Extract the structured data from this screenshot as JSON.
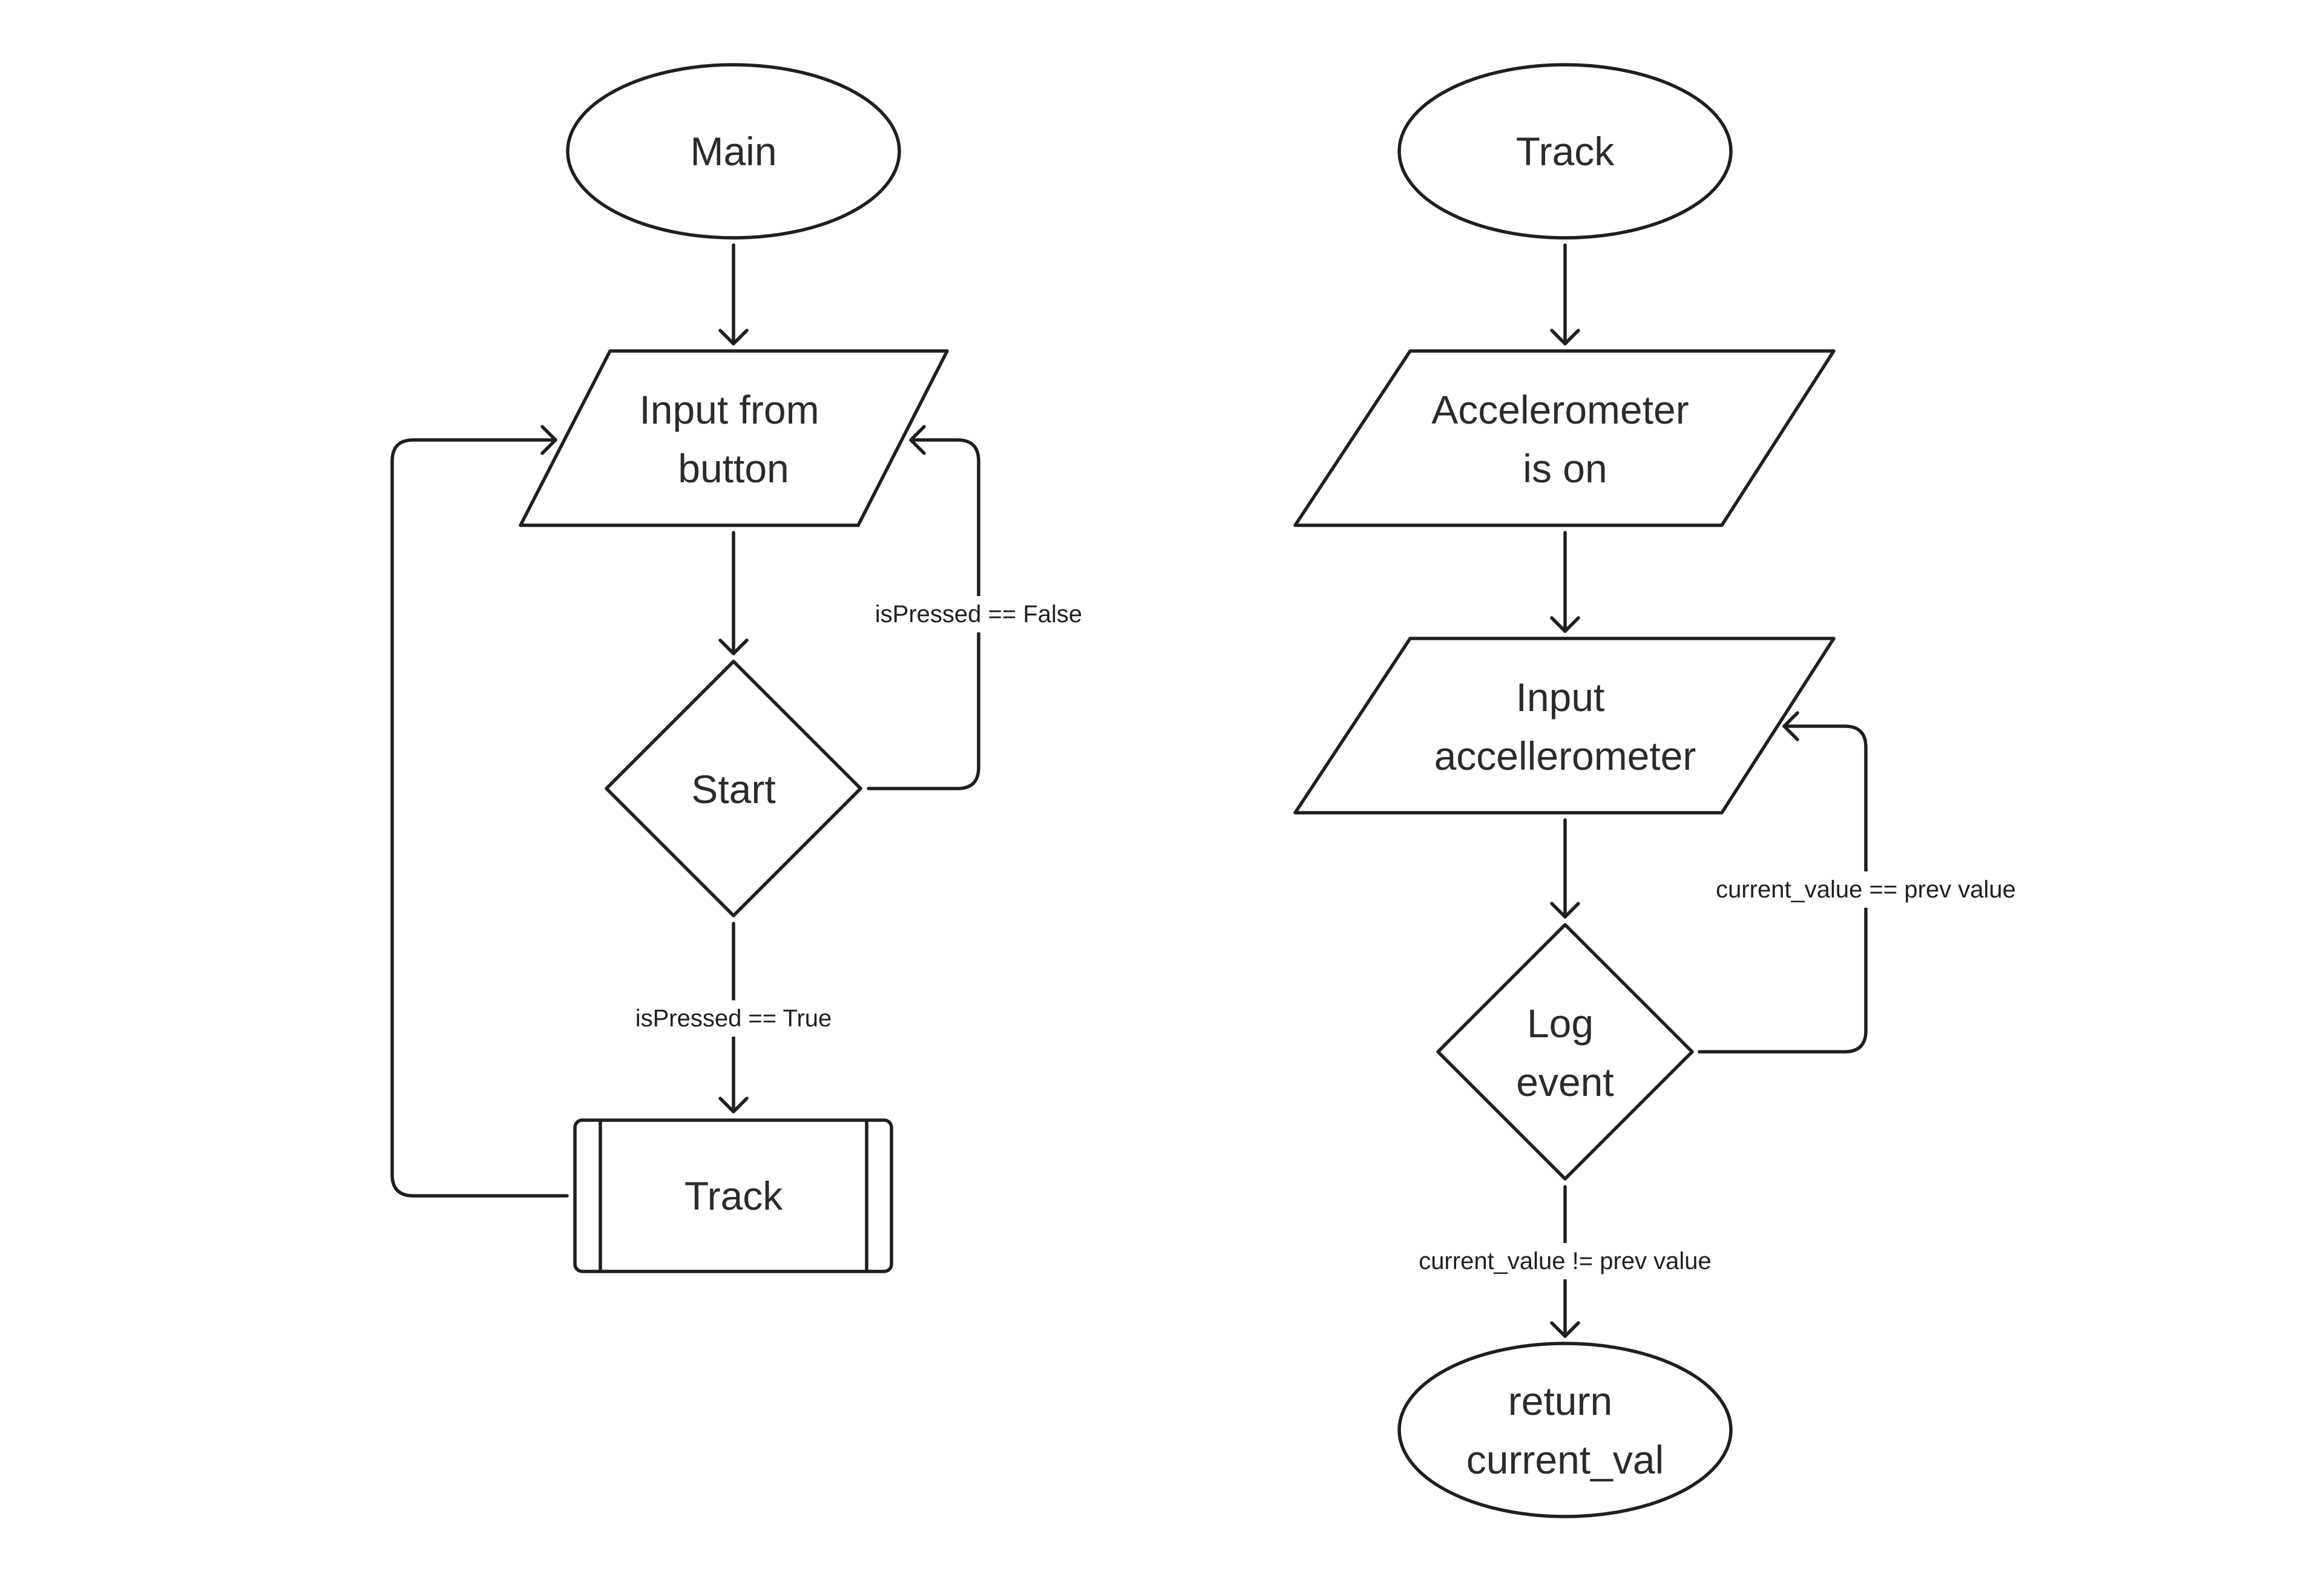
{
  "main_flow": {
    "start": "Main",
    "input": [
      "Input from",
      "button"
    ],
    "decision": "Start",
    "subprocess": "Track",
    "edge_false": "isPressed == False",
    "edge_true": "isPressed == True"
  },
  "track_flow": {
    "start": "Track",
    "input1": [
      "Accelerometer",
      "is on"
    ],
    "input2": [
      "Input",
      "accellerometer"
    ],
    "decision": [
      "Log",
      "event"
    ],
    "end": [
      "return",
      "current_val"
    ],
    "edge_equal": "current_value == prev value",
    "edge_not_equal": "current_value != prev value"
  },
  "colors": {
    "stroke": "#1f1f1f",
    "text": "#2b2b2b",
    "background": "#ffffff"
  }
}
